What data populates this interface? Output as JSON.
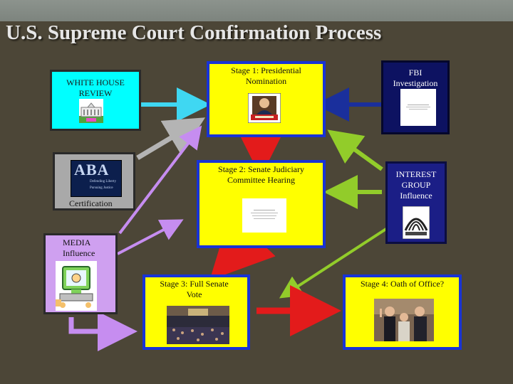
{
  "title": "U.S. Supreme Court Confirmation Process",
  "stages": {
    "stage1": "Stage 1:  Presidential Nomination",
    "stage2": "Stage 2:  Senate Judiciary Committee Hearing",
    "stage3": "Stage 3:  Full Senate Vote",
    "stage4": "Stage 4:   Oath of Office?"
  },
  "influences": {
    "white_house": "WHITE HOUSE REVIEW",
    "fbi": "FBI Investigation",
    "aba_caption": "Certification",
    "interest_group_title": "INTEREST GROUP",
    "interest_group_sub": "Influence",
    "media_title": "MEDIA",
    "media_sub": "Influence"
  },
  "logos": {
    "aba_letters": "ABA",
    "aba_motto": [
      "Defending Liberty",
      "Pursuing Justice"
    ]
  },
  "colors": {
    "stage_fill": "#ffff00",
    "stage_border": "#1833d6",
    "white_house_fill": "#00ffff",
    "fbi_fill": "#0d1261",
    "aba_fill": "#a9a9a9",
    "interest_group_fill": "#1b1e86",
    "media_fill": "#cfa0f0",
    "stage_arrow": "#e31b1b",
    "white_house_arrow": "#3fd7f2",
    "fbi_arrow": "#1a2f9c",
    "aba_arrow": "#b4b4b4",
    "interest_group_arrow": "#92cc2a",
    "media_arrow": "#c68df0"
  }
}
